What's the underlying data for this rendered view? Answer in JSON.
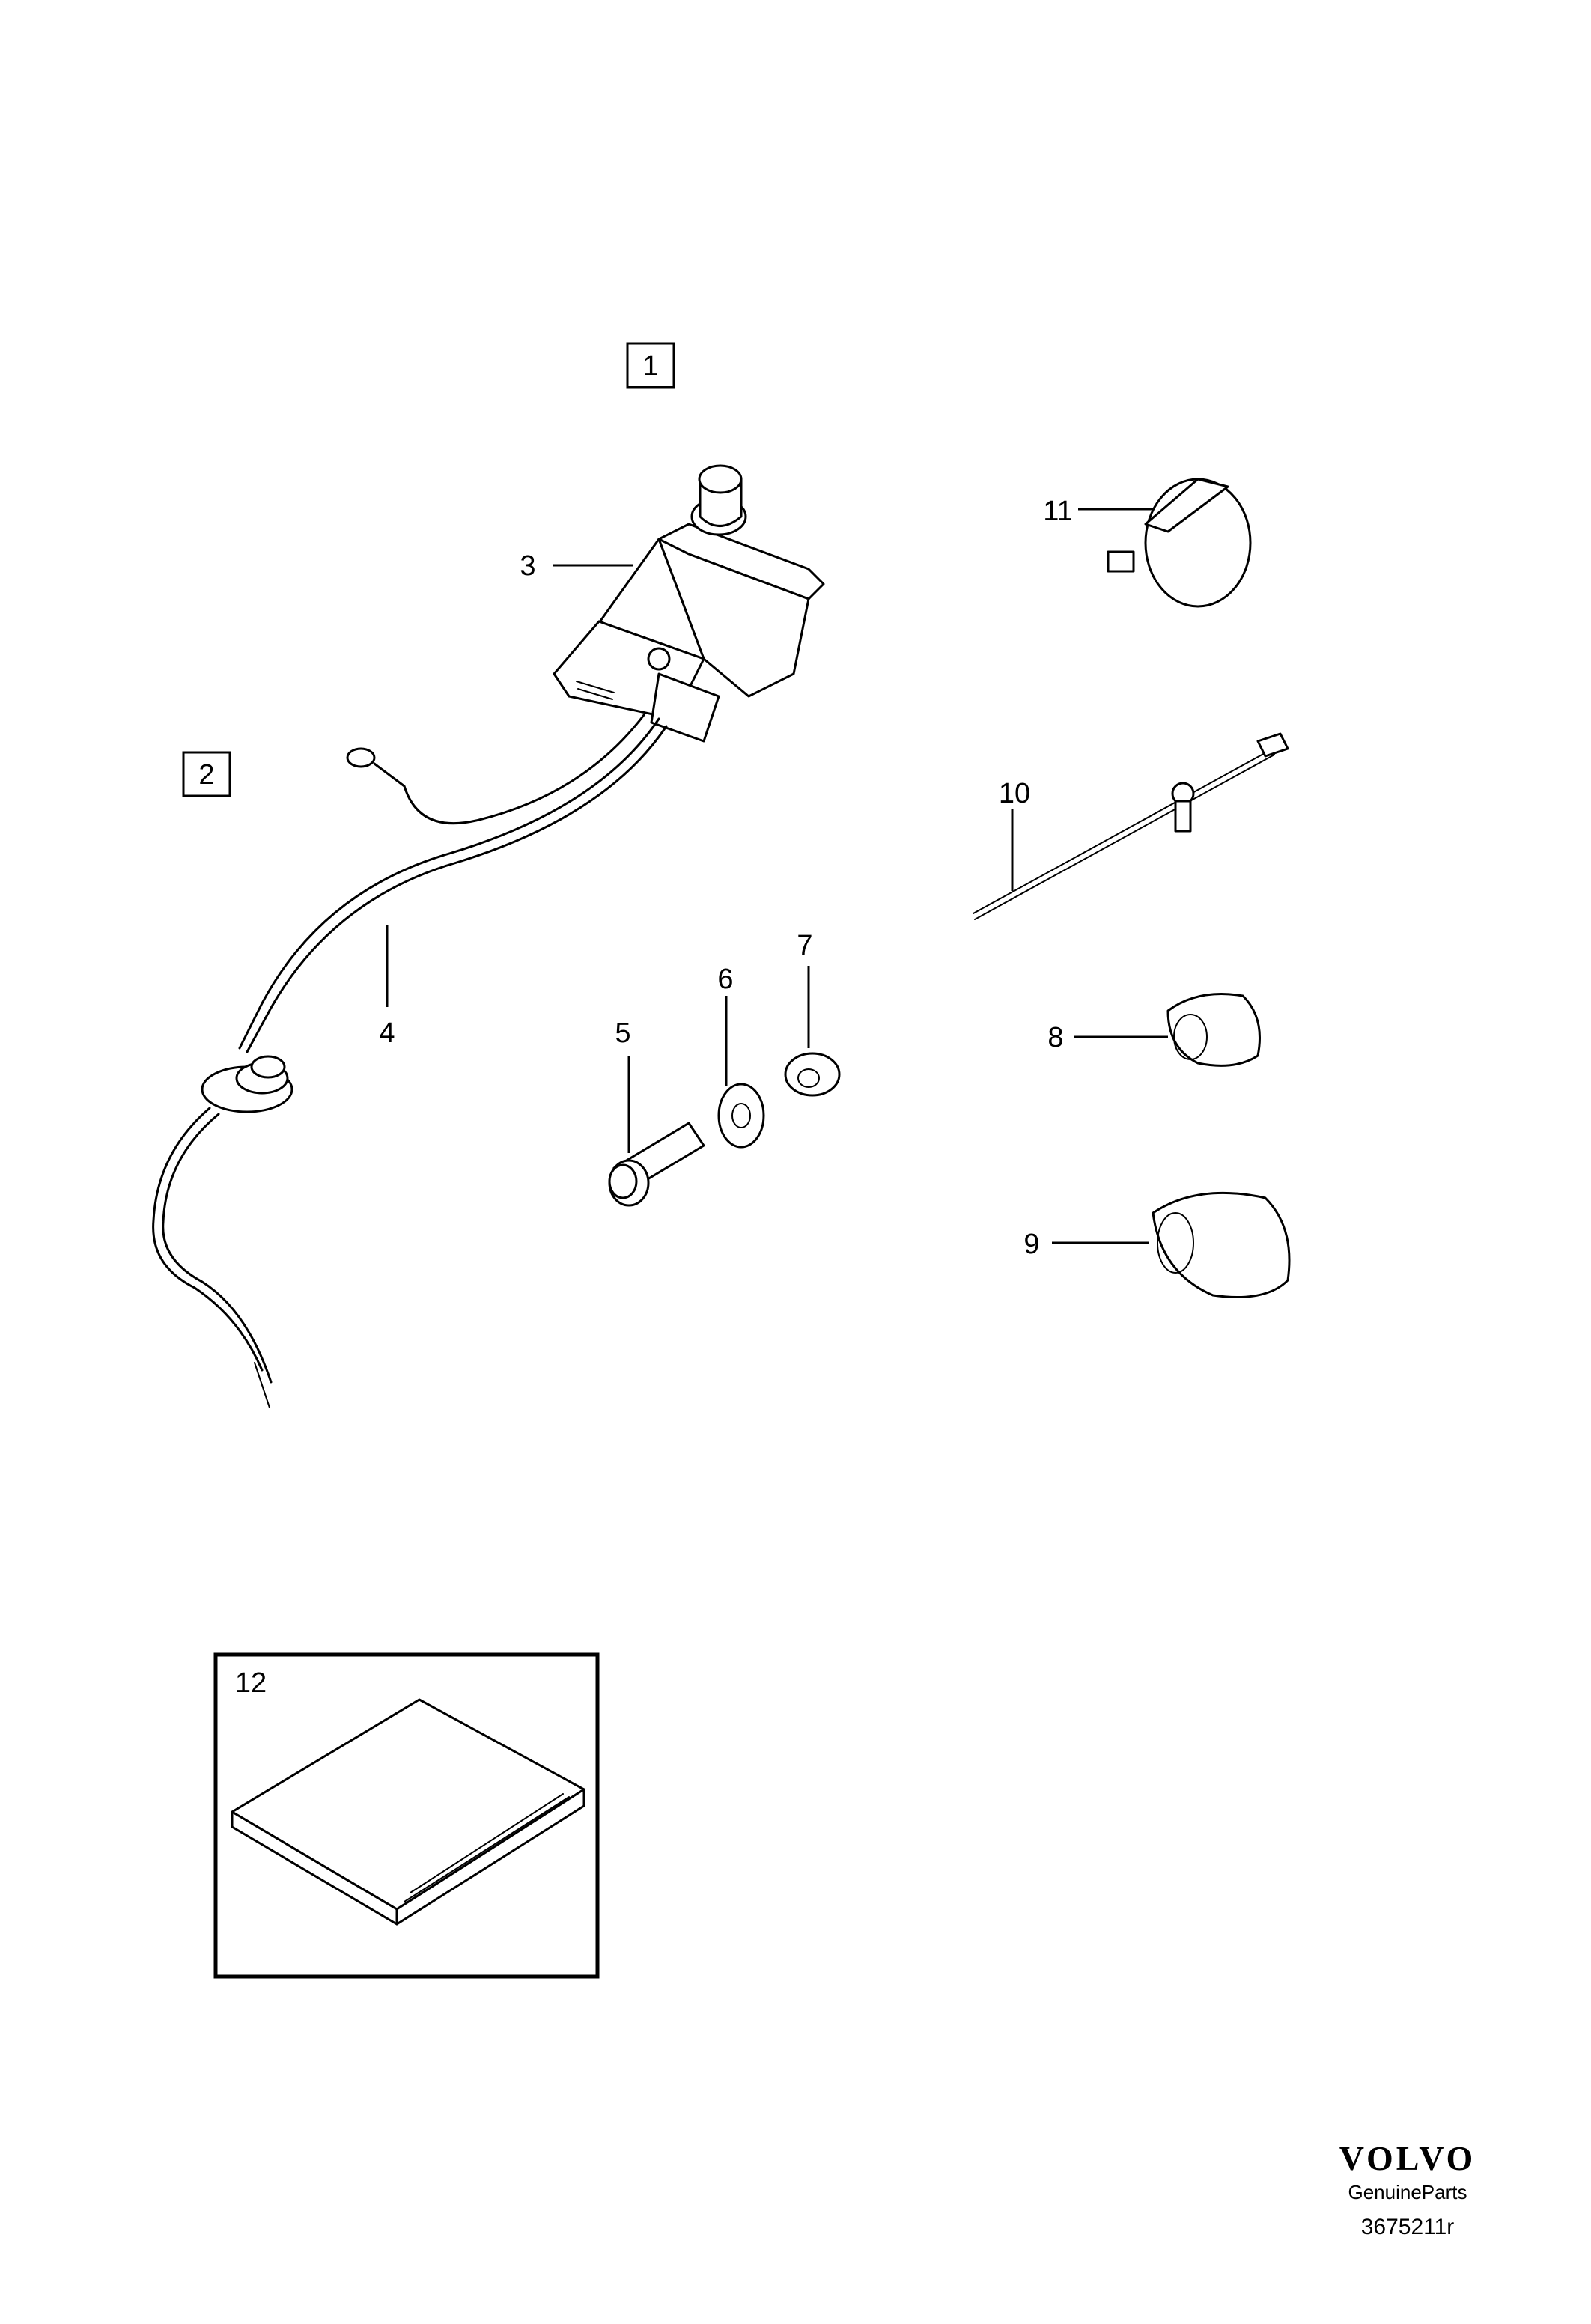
{
  "diagram": {
    "boxed_labels": [
      "1",
      "2"
    ],
    "callouts": [
      "3",
      "4",
      "5",
      "6",
      "7",
      "8",
      "9",
      "10",
      "11",
      "12"
    ]
  },
  "brand": {
    "logo": "VOLVO",
    "subtitle": "GenuineParts",
    "illustration_number": "3675211r"
  }
}
